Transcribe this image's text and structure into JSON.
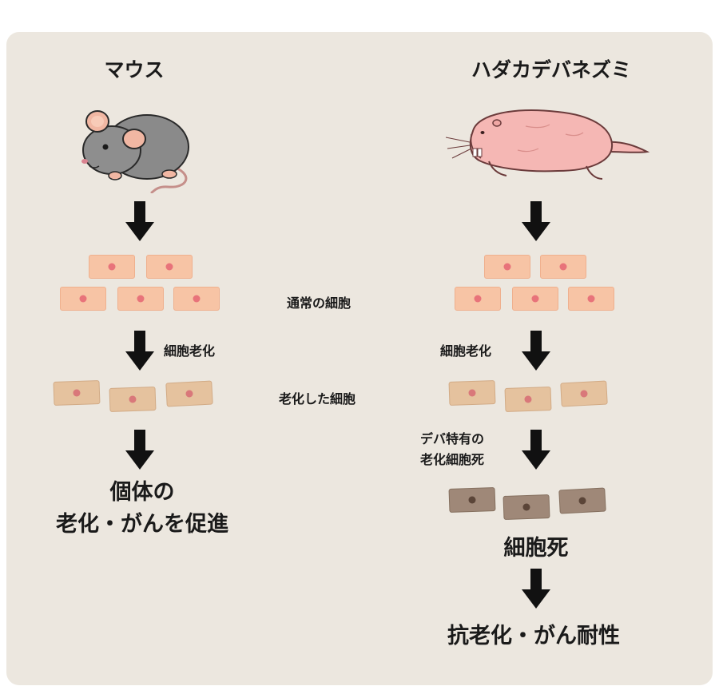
{
  "mouse": {
    "title": "マウス",
    "step1_label": "細胞老化",
    "outcome_line1": "個体の",
    "outcome_line2": "老化・がんを促進"
  },
  "mole_rat": {
    "title": "ハダカデバネズミ",
    "step1_label": "細胞老化",
    "step2_label_line1": "デバ特有の",
    "step2_label_line2": "老化細胞死",
    "dead_cells_label": "細胞死",
    "outcome": "抗老化・がん耐性"
  },
  "legend": {
    "normal_cells": "通常の細胞",
    "senescent_cells": "老化した細胞"
  },
  "colors": {
    "panel_background": "#ece7df",
    "normal_cell": "#f7c4a5",
    "senescent_cell": "#e5c29e",
    "dead_cell": "#9f8878",
    "arrow": "#111111",
    "mouse_fur": "#8a8a8a",
    "mole_rat_skin": "#f5b7b4"
  },
  "icons": {
    "mouse": "mouse-illustration",
    "mole_rat": "naked-mole-rat-illustration",
    "arrow": "down-arrow"
  }
}
